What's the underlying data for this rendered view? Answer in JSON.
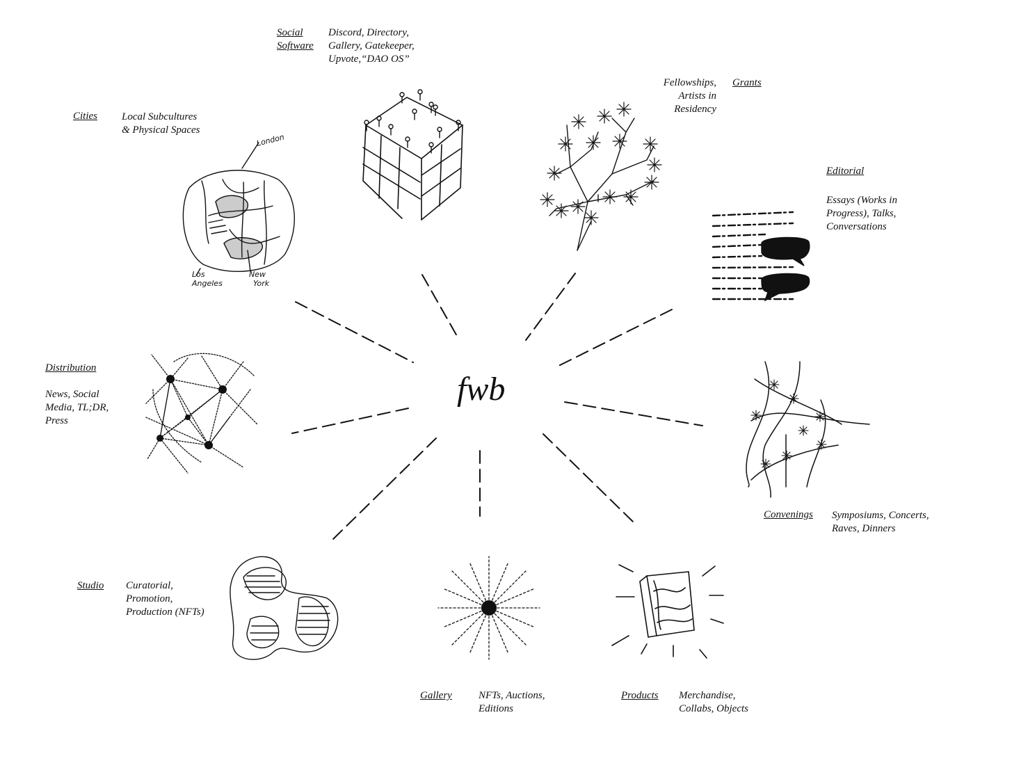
{
  "center": {
    "title": "fwb"
  },
  "nodes": {
    "social_software": {
      "title": "Social\nSoftware",
      "desc": "Discord, Directory,\nGallery, Gatekeeper,\nUpvote,“DAO OS”"
    },
    "grants": {
      "title": "Grants",
      "desc": "Fellowships,\nArtists in\nResidency"
    },
    "cities": {
      "title": "Cities",
      "desc": "Local Subcultures\n& Physical Spaces"
    },
    "editorial": {
      "title": "Editorial",
      "desc": "Essays (Works in\nProgress), Talks,\nConversations"
    },
    "distribution": {
      "title": "Distribution",
      "desc": "News, Social\nMedia, TL;DR,\nPress"
    },
    "convenings": {
      "title": "Convenings",
      "desc": "Symposiums, Concerts,\nRaves, Dinners"
    },
    "studio": {
      "title": "Studio",
      "desc": "Curatorial,\nPromotion,\nProduction (NFTs)"
    },
    "gallery": {
      "title": "Gallery",
      "desc": "NFTs, Auctions,\nEditions"
    },
    "products": {
      "title": "Products",
      "desc": "Merchandise,\nCollabs, Objects"
    }
  },
  "map_labels": {
    "london": "London",
    "los_angeles": "Los\nAngeles",
    "new_york": "New\nYork"
  },
  "colors": {
    "ink": "#111111",
    "background": "#ffffff"
  }
}
